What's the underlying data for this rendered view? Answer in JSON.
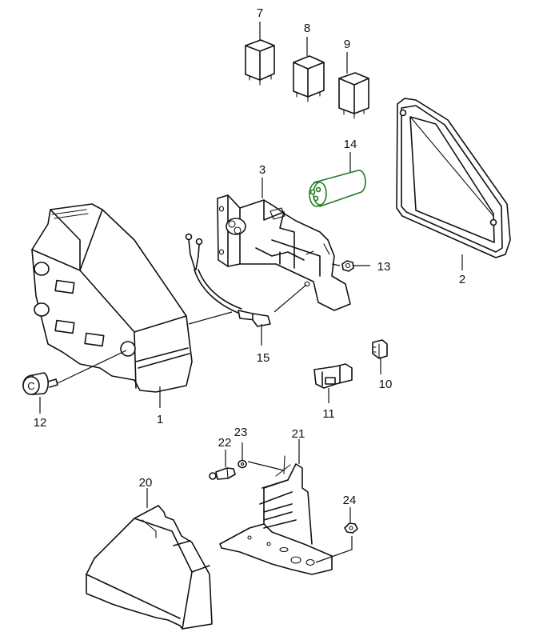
{
  "diagram": {
    "title": "Fuse / relay box exploded parts view",
    "accent_color_part_14": "#1f7a1f",
    "callouts": [
      {
        "id": "1",
        "label": "1",
        "part": "fuse-box-cover"
      },
      {
        "id": "2",
        "label": "2",
        "part": "seal-frame"
      },
      {
        "id": "3",
        "label": "3",
        "part": "relay-carrier-bracket"
      },
      {
        "id": "7",
        "label": "7",
        "part": "relay"
      },
      {
        "id": "8",
        "label": "8",
        "part": "relay"
      },
      {
        "id": "9",
        "label": "9",
        "part": "relay"
      },
      {
        "id": "10",
        "label": "10",
        "part": "fuse"
      },
      {
        "id": "11",
        "label": "11",
        "part": "fuse-clip"
      },
      {
        "id": "12",
        "label": "12",
        "part": "knurled-screw"
      },
      {
        "id": "13",
        "label": "13",
        "part": "nut"
      },
      {
        "id": "14",
        "label": "14",
        "part": "capacitor"
      },
      {
        "id": "15",
        "label": "15",
        "part": "wiring-harness"
      },
      {
        "id": "20",
        "label": "20",
        "part": "cover"
      },
      {
        "id": "21",
        "label": "21",
        "part": "terminal-plate"
      },
      {
        "id": "22",
        "label": "22",
        "part": "bolt"
      },
      {
        "id": "23",
        "label": "23",
        "part": "washer"
      },
      {
        "id": "24",
        "label": "24",
        "part": "nut"
      }
    ]
  }
}
